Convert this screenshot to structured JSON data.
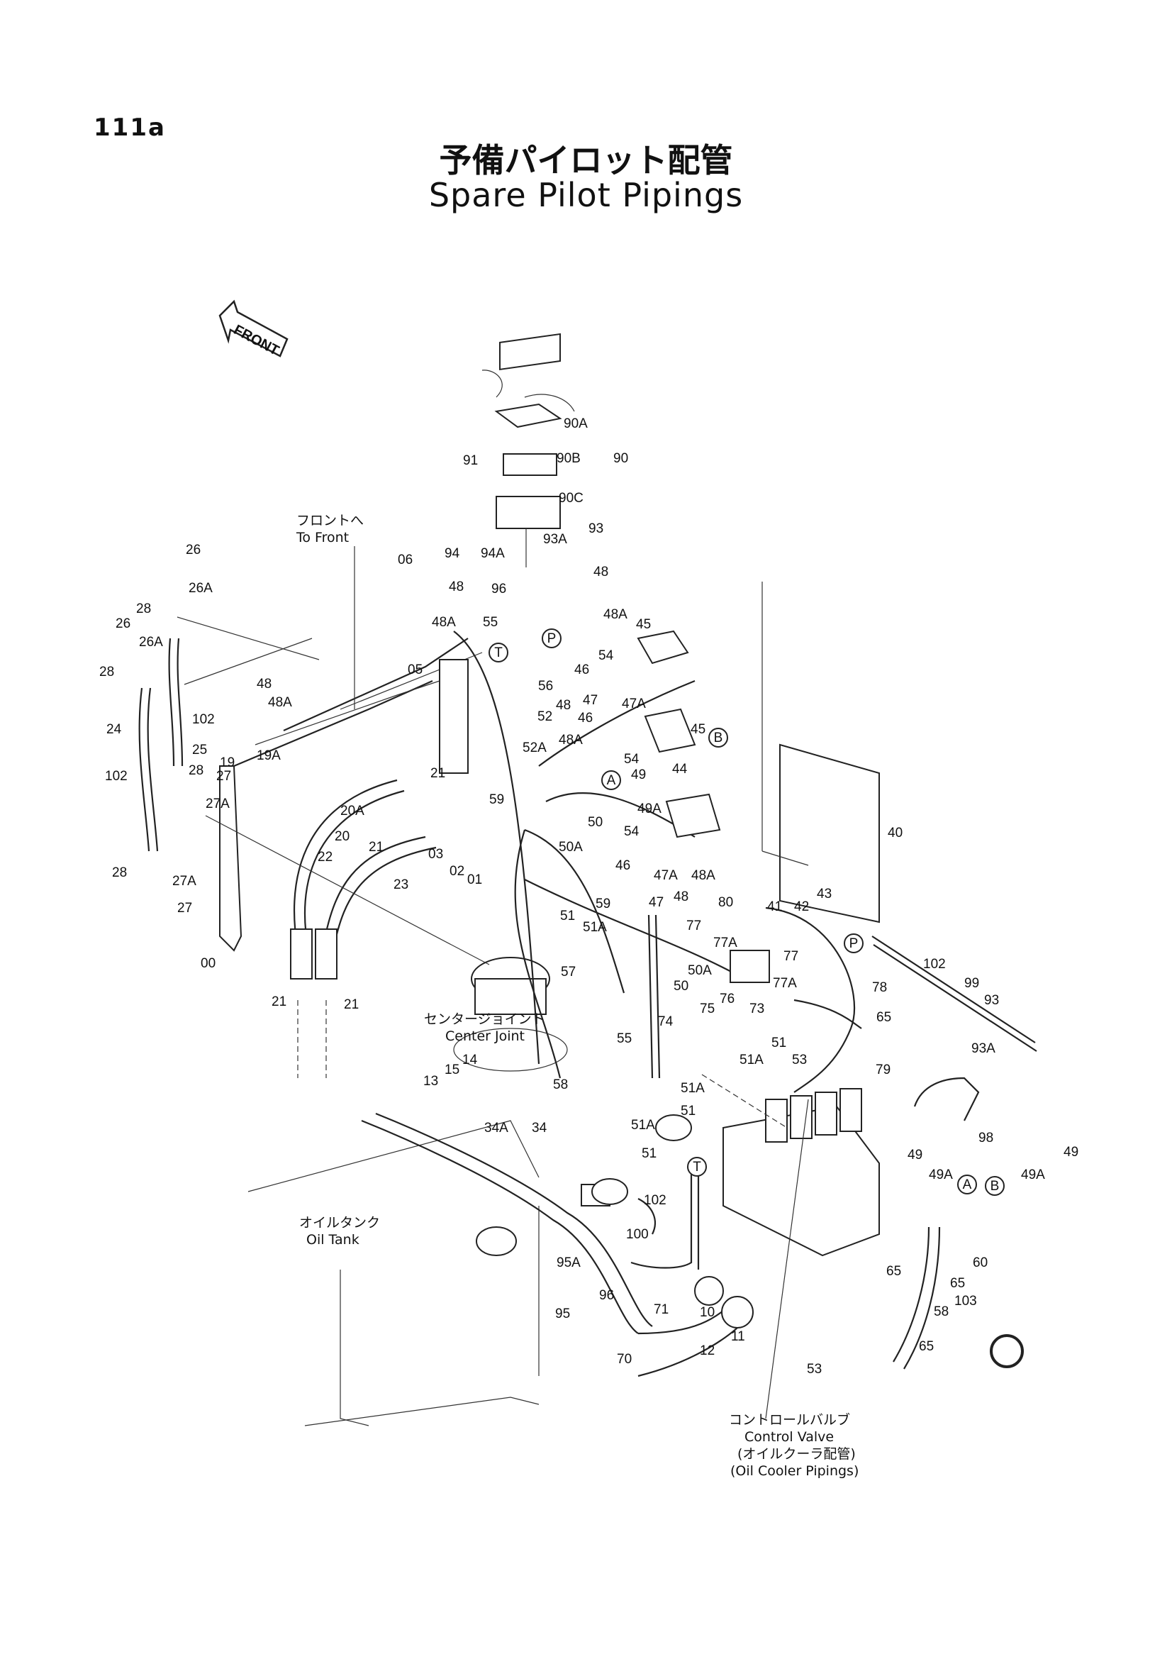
{
  "page_number": "111a",
  "title_jp": "予備パイロット配管",
  "title_en": "Spare Pilot Pipings",
  "front_arrow": "FRONT",
  "notes": {
    "to_front_jp": "フロントへ",
    "to_front_en": "To Front",
    "center_joint_jp": "センタージョイント",
    "center_joint_en": "Center Joint",
    "oil_tank_jp": "オイルタンク",
    "oil_tank_en": "Oil Tank",
    "control_valve_jp": "コントロールバルブ",
    "control_valve_en": "Control Valve",
    "oil_cooler_jp": "(オイルクーラ配管)",
    "oil_cooler_en": "(Oil Cooler Pipings)"
  },
  "circle_markers": [
    "T",
    "P",
    "A",
    "B",
    "P",
    "T",
    "A",
    "B"
  ],
  "callouts": [
    {
      "id": "c90a",
      "text": "90A"
    },
    {
      "id": "c90b",
      "text": "90B"
    },
    {
      "id": "c90",
      "text": "90"
    },
    {
      "id": "c90c",
      "text": "90C"
    },
    {
      "id": "c91",
      "text": "91"
    },
    {
      "id": "c93a",
      "text": "93A"
    },
    {
      "id": "c93",
      "text": "93"
    },
    {
      "id": "c94",
      "text": "94"
    },
    {
      "id": "c94a",
      "text": "94A"
    },
    {
      "id": "c96a",
      "text": "96"
    },
    {
      "id": "c06",
      "text": "06"
    },
    {
      "id": "c48top",
      "text": "48"
    },
    {
      "id": "c48atop",
      "text": "48A"
    },
    {
      "id": "c55top",
      "text": "55"
    },
    {
      "id": "c05",
      "text": "05"
    },
    {
      "id": "c26a",
      "text": "26"
    },
    {
      "id": "c26aa",
      "text": "26A"
    },
    {
      "id": "c28a",
      "text": "28"
    },
    {
      "id": "c26b",
      "text": "26"
    },
    {
      "id": "c26ab",
      "text": "26A"
    },
    {
      "id": "c28b",
      "text": "28"
    },
    {
      "id": "c102a",
      "text": "102"
    },
    {
      "id": "c24",
      "text": "24"
    },
    {
      "id": "c25",
      "text": "25"
    },
    {
      "id": "c28c",
      "text": "28"
    },
    {
      "id": "c102b",
      "text": "102"
    },
    {
      "id": "c27a",
      "text": "27"
    },
    {
      "id": "c27aa",
      "text": "27A"
    },
    {
      "id": "c48l",
      "text": "48"
    },
    {
      "id": "c48al",
      "text": "48A"
    },
    {
      "id": "c19",
      "text": "19"
    },
    {
      "id": "c19a",
      "text": "19A"
    },
    {
      "id": "c21a",
      "text": "21"
    },
    {
      "id": "c20a",
      "text": "20A"
    },
    {
      "id": "c20",
      "text": "20"
    },
    {
      "id": "c21b",
      "text": "21"
    },
    {
      "id": "c22",
      "text": "22"
    },
    {
      "id": "c23",
      "text": "23"
    },
    {
      "id": "c03",
      "text": "03"
    },
    {
      "id": "c02",
      "text": "02"
    },
    {
      "id": "c01",
      "text": "01"
    },
    {
      "id": "c28d",
      "text": "28"
    },
    {
      "id": "c27ab",
      "text": "27A"
    },
    {
      "id": "c27b",
      "text": "27"
    },
    {
      "id": "c00",
      "text": "00"
    },
    {
      "id": "c21c",
      "text": "21"
    },
    {
      "id": "c21d",
      "text": "21"
    },
    {
      "id": "c56",
      "text": "56"
    },
    {
      "id": "c48m",
      "text": "48"
    },
    {
      "id": "c48am",
      "text": "48A"
    },
    {
      "id": "c45a",
      "text": "45"
    },
    {
      "id": "c54a",
      "text": "54"
    },
    {
      "id": "c46a",
      "text": "46"
    },
    {
      "id": "c47a",
      "text": "47"
    },
    {
      "id": "c47aa",
      "text": "47A"
    },
    {
      "id": "c52",
      "text": "52"
    },
    {
      "id": "c48n",
      "text": "48"
    },
    {
      "id": "c48an",
      "text": "48A"
    },
    {
      "id": "c46b",
      "text": "46"
    },
    {
      "id": "c52a",
      "text": "52A"
    },
    {
      "id": "c45b",
      "text": "45"
    },
    {
      "id": "c54b",
      "text": "54"
    },
    {
      "id": "c49a",
      "text": "49"
    },
    {
      "id": "c49aa",
      "text": "49A"
    },
    {
      "id": "c59a",
      "text": "59"
    },
    {
      "id": "c50",
      "text": "50"
    },
    {
      "id": "c50a",
      "text": "50A"
    },
    {
      "id": "c44",
      "text": "44"
    },
    {
      "id": "c54c",
      "text": "54"
    },
    {
      "id": "c46c",
      "text": "46"
    },
    {
      "id": "c47ab",
      "text": "47A"
    },
    {
      "id": "c48ao",
      "text": "48A"
    },
    {
      "id": "c47b",
      "text": "47"
    },
    {
      "id": "c48o",
      "text": "48"
    },
    {
      "id": "c80",
      "text": "80"
    },
    {
      "id": "c59b",
      "text": "59"
    },
    {
      "id": "c51a",
      "text": "51"
    },
    {
      "id": "c51aa",
      "text": "51A"
    },
    {
      "id": "c57",
      "text": "57"
    },
    {
      "id": "c40",
      "text": "40"
    },
    {
      "id": "c43",
      "text": "43"
    },
    {
      "id": "c41",
      "text": "41"
    },
    {
      "id": "c42",
      "text": "42"
    },
    {
      "id": "c77a",
      "text": "77"
    },
    {
      "id": "c77aa",
      "text": "77A"
    },
    {
      "id": "c50ab",
      "text": "50A"
    },
    {
      "id": "c50b",
      "text": "50"
    },
    {
      "id": "c75",
      "text": "75"
    },
    {
      "id": "c76",
      "text": "76"
    },
    {
      "id": "c77b",
      "text": "77"
    },
    {
      "id": "c77ab",
      "text": "77A"
    },
    {
      "id": "c73",
      "text": "73"
    },
    {
      "id": "c78",
      "text": "78"
    },
    {
      "id": "c102c",
      "text": "102"
    },
    {
      "id": "c99",
      "text": "99"
    },
    {
      "id": "c93b",
      "text": "93"
    },
    {
      "id": "c74",
      "text": "74"
    },
    {
      "id": "c55b",
      "text": "55"
    },
    {
      "id": "c65a",
      "text": "65"
    },
    {
      "id": "c51b",
      "text": "51"
    },
    {
      "id": "c51ab",
      "text": "51A"
    },
    {
      "id": "c53a",
      "text": "53"
    },
    {
      "id": "c79",
      "text": "79"
    },
    {
      "id": "c93ab",
      "text": "93A"
    },
    {
      "id": "c98",
      "text": "98"
    },
    {
      "id": "c51ac",
      "text": "51A"
    },
    {
      "id": "c51c",
      "text": "51"
    },
    {
      "id": "c51ad",
      "text": "51A"
    },
    {
      "id": "c51d",
      "text": "51"
    },
    {
      "id": "c14",
      "text": "14"
    },
    {
      "id": "c15",
      "text": "15"
    },
    {
      "id": "c13",
      "text": "13"
    },
    {
      "id": "c58a",
      "text": "58"
    },
    {
      "id": "c34a",
      "text": "34A"
    },
    {
      "id": "c34",
      "text": "34"
    },
    {
      "id": "c49b",
      "text": "49"
    },
    {
      "id": "c49ab",
      "text": "49A"
    },
    {
      "id": "c49c",
      "text": "49"
    },
    {
      "id": "c49ac",
      "text": "49A"
    },
    {
      "id": "c102d",
      "text": "102"
    },
    {
      "id": "c100",
      "text": "100"
    },
    {
      "id": "c95a",
      "text": "95A"
    },
    {
      "id": "c96b",
      "text": "96"
    },
    {
      "id": "c95",
      "text": "95"
    },
    {
      "id": "c71",
      "text": "71"
    },
    {
      "id": "c10",
      "text": "10"
    },
    {
      "id": "c11",
      "text": "11"
    },
    {
      "id": "c12",
      "text": "12"
    },
    {
      "id": "c70",
      "text": "70"
    },
    {
      "id": "c60",
      "text": "60"
    },
    {
      "id": "c65b",
      "text": "65"
    },
    {
      "id": "c65c",
      "text": "65"
    },
    {
      "id": "c58b",
      "text": "58"
    },
    {
      "id": "c103",
      "text": "103"
    },
    {
      "id": "c65d",
      "text": "65"
    },
    {
      "id": "c53b",
      "text": "53"
    }
  ]
}
